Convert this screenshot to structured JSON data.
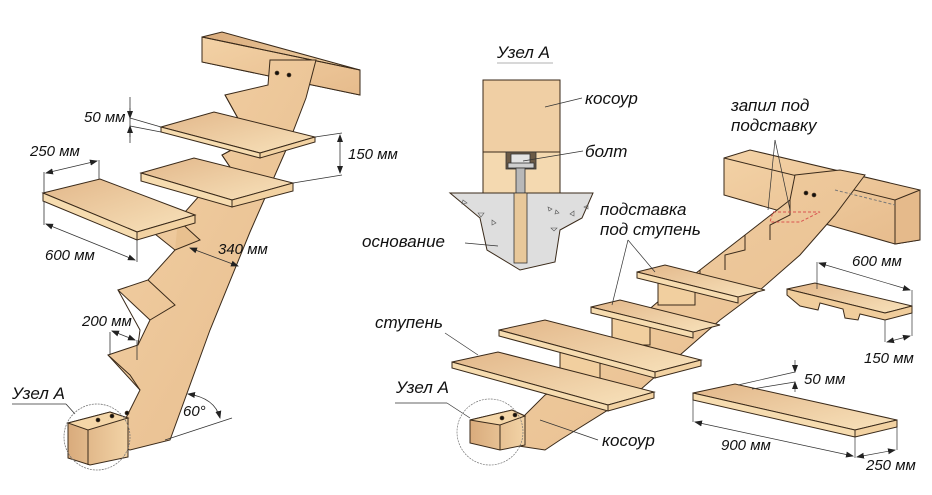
{
  "colors": {
    "wood_light": "#f6dcb0",
    "wood_mid": "#ebc796",
    "wood_dark": "#d4a677",
    "outline": "#3a2a1a",
    "concrete": "#dcdcdc",
    "dimension_line": "#333333",
    "hidden_cut": "#d9534f",
    "background": "#ffffff"
  },
  "left_view": {
    "dimensions": {
      "tread_thickness": "50 мм",
      "tread_depth": "250 мм",
      "tread_length": "600 мм",
      "rise": "150 мм",
      "stringer_width": "340 мм",
      "step_run": "200 мм",
      "angle": "60°"
    },
    "node_label": "Узел А"
  },
  "detail_view": {
    "title": "Узел А",
    "labels": {
      "stringer": "косоур",
      "bolt": "болт",
      "base": "основание"
    }
  },
  "right_view": {
    "labels": {
      "notch": [
        "запил под",
        "подставку"
      ],
      "support": [
        "подставка",
        "под ступень"
      ],
      "tread": "ступень",
      "node": "Узел А",
      "stringer": "косоур"
    },
    "support_piece": {
      "length": "600 мм",
      "width": "150 мм"
    },
    "tread_piece": {
      "thickness": "50 мм",
      "length": "900 мм",
      "width": "250 мм"
    }
  }
}
